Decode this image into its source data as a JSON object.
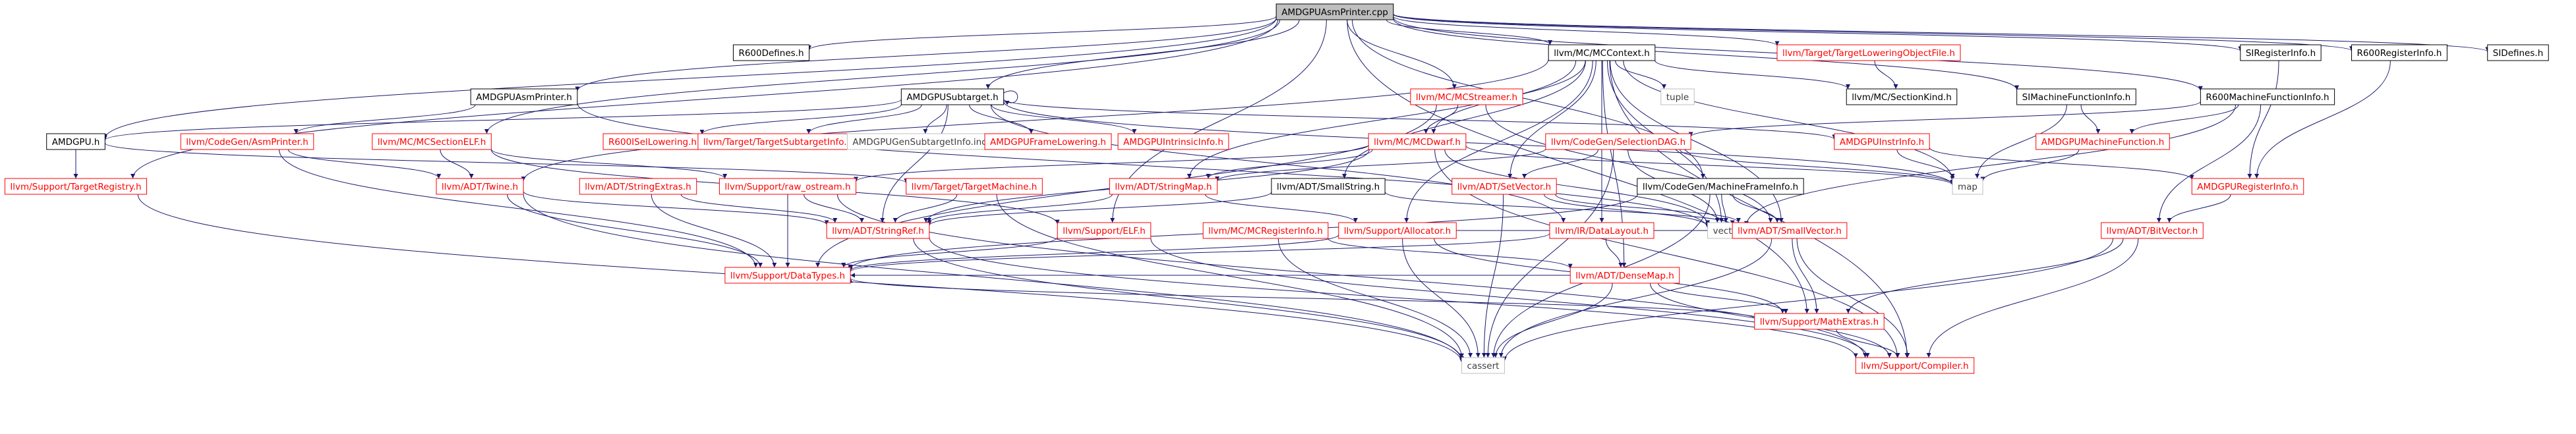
{
  "colors": {
    "root_fill": "#bfbfbf",
    "node_fill": "#ffffff",
    "node_stroke_local": "#000000",
    "node_stroke_external": "#ff0000",
    "node_stroke_none": "#bfbfbf",
    "text_local": "#000000",
    "text_external": "#ff0000",
    "text_none": "#404040",
    "edge": "#191970"
  },
  "nodes": [
    {
      "id": "root",
      "label": "AMDGPUAsmPrinter.cpp",
      "kind": "root"
    },
    {
      "id": "r600defines",
      "label": "R600Defines.h",
      "kind": "local"
    },
    {
      "id": "mccontext",
      "label": "llvm/MC/MCContext.h",
      "kind": "local"
    },
    {
      "id": "tlof",
      "label": "llvm/Target/TargetLoweringObjectFile.h",
      "kind": "external"
    },
    {
      "id": "siregisterinfo",
      "label": "SIRegisterInfo.h",
      "kind": "local"
    },
    {
      "id": "r600registerinfo",
      "label": "R600RegisterInfo.h",
      "kind": "local"
    },
    {
      "id": "sidefines",
      "label": "SIDefines.h",
      "kind": "local"
    },
    {
      "id": "amdgpuasmprinter_h",
      "label": "AMDGPUAsmPrinter.h",
      "kind": "local"
    },
    {
      "id": "amdgpusubtarget",
      "label": "AMDGPUSubtarget.h",
      "kind": "local"
    },
    {
      "id": "mcstreamer",
      "label": "llvm/MC/MCStreamer.h",
      "kind": "external"
    },
    {
      "id": "tuple",
      "label": "tuple",
      "kind": "none"
    },
    {
      "id": "mcsectionkind",
      "label": "llvm/MC/SectionKind.h",
      "kind": "local"
    },
    {
      "id": "simfi",
      "label": "SIMachineFunctionInfo.h",
      "kind": "local"
    },
    {
      "id": "r600mfi",
      "label": "R600MachineFunctionInfo.h",
      "kind": "local"
    },
    {
      "id": "amdgpu_h",
      "label": "AMDGPU.h",
      "kind": "local"
    },
    {
      "id": "codegenasmprinter",
      "label": "llvm/CodeGen/AsmPrinter.h",
      "kind": "external"
    },
    {
      "id": "mcsectionelf",
      "label": "llvm/MC/MCSectionELF.h",
      "kind": "external"
    },
    {
      "id": "r600isel",
      "label": "R600ISelLowering.h",
      "kind": "external"
    },
    {
      "id": "targetsubtargetinfo",
      "label": "llvm/Target/TargetSubtargetInfo.h",
      "kind": "external"
    },
    {
      "id": "amdgpugensubtargetinfo",
      "label": "AMDGPUGenSubtargetInfo.inc",
      "kind": "none"
    },
    {
      "id": "amdgpuframelowering",
      "label": "AMDGPUFrameLowering.h",
      "kind": "external"
    },
    {
      "id": "amdgpuintrinsicinfo",
      "label": "AMDGPUIntrinsicInfo.h",
      "kind": "external"
    },
    {
      "id": "mcdwarf",
      "label": "llvm/MC/MCDwarf.h",
      "kind": "external"
    },
    {
      "id": "selectiondag",
      "label": "llvm/CodeGen/SelectionDAG.h",
      "kind": "external"
    },
    {
      "id": "amdgpuinstrinfo",
      "label": "AMDGPUInstrInfo.h",
      "kind": "external"
    },
    {
      "id": "amdgpumfi",
      "label": "AMDGPUMachineFunction.h",
      "kind": "external"
    },
    {
      "id": "map",
      "label": "map",
      "kind": "none"
    },
    {
      "id": "targetregistry",
      "label": "llvm/Support/TargetRegistry.h",
      "kind": "external"
    },
    {
      "id": "twine",
      "label": "llvm/ADT/Twine.h",
      "kind": "external"
    },
    {
      "id": "stringextras",
      "label": "llvm/ADT/StringExtras.h",
      "kind": "external"
    },
    {
      "id": "rawostream",
      "label": "llvm/Support/raw_ostream.h",
      "kind": "external"
    },
    {
      "id": "targetmachine",
      "label": "llvm/Target/TargetMachine.h",
      "kind": "external"
    },
    {
      "id": "stringmap",
      "label": "llvm/ADT/StringMap.h",
      "kind": "external"
    },
    {
      "id": "smallstring",
      "label": "llvm/ADT/SmallString.h",
      "kind": "local"
    },
    {
      "id": "setvector",
      "label": "llvm/ADT/SetVector.h",
      "kind": "external"
    },
    {
      "id": "mfi",
      "label": "llvm/CodeGen/MachineFrameInfo.h",
      "kind": "local"
    },
    {
      "id": "amdgpuregisterinfo",
      "label": "AMDGPURegisterInfo.h",
      "kind": "external"
    },
    {
      "id": "vector",
      "label": "vector",
      "kind": "none"
    },
    {
      "id": "stringref",
      "label": "llvm/ADT/StringRef.h",
      "kind": "external"
    },
    {
      "id": "mcregisterinfo",
      "label": "llvm/MC/MCRegisterInfo.h",
      "kind": "external"
    },
    {
      "id": "supportelf",
      "label": "llvm/Support/ELF.h",
      "kind": "external"
    },
    {
      "id": "allocator",
      "label": "llvm/Support/Allocator.h",
      "kind": "external"
    },
    {
      "id": "datalayout",
      "label": "llvm/IR/DataLayout.h",
      "kind": "external"
    },
    {
      "id": "smallvector",
      "label": "llvm/ADT/SmallVector.h",
      "kind": "external"
    },
    {
      "id": "bitvector",
      "label": "llvm/ADT/BitVector.h",
      "kind": "external"
    },
    {
      "id": "datatypes",
      "label": "llvm/Support/DataTypes.h",
      "kind": "external"
    },
    {
      "id": "densemap",
      "label": "llvm/ADT/DenseMap.h",
      "kind": "external"
    },
    {
      "id": "mathextras",
      "label": "llvm/Support/MathExtras.h",
      "kind": "external"
    },
    {
      "id": "cassert",
      "label": "cassert",
      "kind": "none"
    },
    {
      "id": "compiler",
      "label": "llvm/Support/Compiler.h",
      "kind": "external"
    }
  ],
  "edges": [
    [
      "root",
      "r600defines"
    ],
    [
      "root",
      "mccontext"
    ],
    [
      "root",
      "tlof"
    ],
    [
      "root",
      "siregisterinfo"
    ],
    [
      "root",
      "r600registerinfo"
    ],
    [
      "root",
      "sidefines"
    ],
    [
      "root",
      "amdgpuasmprinter_h"
    ],
    [
      "root",
      "amdgpusubtarget"
    ],
    [
      "root",
      "mcstreamer"
    ],
    [
      "root",
      "amdgpu_h"
    ],
    [
      "root",
      "targetregistry"
    ],
    [
      "root",
      "mcsectionelf"
    ],
    [
      "root",
      "simfi"
    ],
    [
      "root",
      "r600mfi"
    ],
    [
      "root",
      "mfi"
    ],
    [
      "root",
      "supportelf"
    ],
    [
      "root",
      "mathextras"
    ],
    [
      "mccontext",
      "mcsectionkind"
    ],
    [
      "mccontext",
      "tuple"
    ],
    [
      "mccontext",
      "vector"
    ],
    [
      "mccontext",
      "map"
    ],
    [
      "mccontext",
      "mcdwarf"
    ],
    [
      "mccontext",
      "setvector"
    ],
    [
      "mccontext",
      "stringmap"
    ],
    [
      "mccontext",
      "smallstring"
    ],
    [
      "mccontext",
      "twine"
    ],
    [
      "mccontext",
      "allocator"
    ],
    [
      "mccontext",
      "compiler"
    ],
    [
      "mccontext",
      "datalayout"
    ],
    [
      "mccontext",
      "smallvector"
    ],
    [
      "mccontext",
      "densemap"
    ],
    [
      "tlof",
      "mcsectionkind"
    ],
    [
      "siregisterinfo",
      "amdgpuregisterinfo"
    ],
    [
      "r600registerinfo",
      "amdgpuregisterinfo"
    ],
    [
      "amdgpuasmprinter_h",
      "codegenasmprinter"
    ],
    [
      "amdgpuasmprinter_h",
      "vector"
    ],
    [
      "amdgpusubtarget",
      "amdgpusubtarget"
    ],
    [
      "amdgpusubtarget",
      "amdgpu_h"
    ],
    [
      "amdgpusubtarget",
      "r600isel"
    ],
    [
      "amdgpusubtarget",
      "targetsubtargetinfo"
    ],
    [
      "amdgpusubtarget",
      "amdgpugensubtargetinfo"
    ],
    [
      "amdgpusubtarget",
      "amdgpuframelowering"
    ],
    [
      "amdgpusubtarget",
      "amdgpuintrinsicinfo"
    ],
    [
      "amdgpusubtarget",
      "amdgpuinstrinfo"
    ],
    [
      "amdgpusubtarget",
      "stringref"
    ],
    [
      "amdgpusubtarget",
      "datalayout"
    ],
    [
      "amdgpusubtarget",
      "map"
    ],
    [
      "mcstreamer",
      "mcdwarf"
    ],
    [
      "mcstreamer",
      "smallvector"
    ],
    [
      "mcstreamer",
      "datatypes"
    ],
    [
      "mcdwarf",
      "stringmap"
    ],
    [
      "mcdwarf",
      "rawostream"
    ],
    [
      "mcdwarf",
      "vector"
    ],
    [
      "mcdwarf",
      "compiler"
    ],
    [
      "mcdwarf",
      "stringref"
    ],
    [
      "mcdwarf",
      "map"
    ],
    [
      "amdgpu_h",
      "targetmachine"
    ],
    [
      "amdgpu_h",
      "targetregistry"
    ],
    [
      "codegenasmprinter",
      "datatypes"
    ],
    [
      "codegenasmprinter",
      "twine"
    ],
    [
      "mcsectionelf",
      "twine"
    ],
    [
      "mcsectionelf",
      "supportelf"
    ],
    [
      "mcsectionelf",
      "rawostream"
    ],
    [
      "selectiondag",
      "setvector"
    ],
    [
      "selectiondag",
      "stringmap"
    ],
    [
      "selectiondag",
      "cassert"
    ],
    [
      "selectiondag",
      "vector"
    ],
    [
      "selectiondag",
      "map"
    ],
    [
      "amdgpuinstrinfo",
      "amdgpuregisterinfo"
    ],
    [
      "amdgpuinstrinfo",
      "map"
    ],
    [
      "simfi",
      "amdgpumfi"
    ],
    [
      "simfi",
      "map"
    ],
    [
      "r600mfi",
      "amdgpumfi"
    ],
    [
      "r600mfi",
      "selectiondag"
    ],
    [
      "r600mfi",
      "bitvector"
    ],
    [
      "r600mfi",
      "vector"
    ],
    [
      "amdgpumfi",
      "map"
    ],
    [
      "amdgpuregisterinfo",
      "bitvector"
    ],
    [
      "targetregistry",
      "cassert"
    ],
    [
      "twine",
      "stringref"
    ],
    [
      "twine",
      "datatypes"
    ],
    [
      "twine",
      "cassert"
    ],
    [
      "stringextras",
      "stringref"
    ],
    [
      "stringextras",
      "datatypes"
    ],
    [
      "rawostream",
      "stringref"
    ],
    [
      "rawostream",
      "datatypes"
    ],
    [
      "rawostream",
      "compiler"
    ],
    [
      "targetmachine",
      "stringref"
    ],
    [
      "targetmachine",
      "cassert"
    ],
    [
      "stringmap",
      "stringref"
    ],
    [
      "stringmap",
      "allocator"
    ],
    [
      "smallstring",
      "stringref"
    ],
    [
      "smallstring",
      "smallvector"
    ],
    [
      "setvector",
      "cassert"
    ],
    [
      "setvector",
      "smallvector"
    ],
    [
      "setvector",
      "vector"
    ],
    [
      "mfi",
      "smallvector"
    ],
    [
      "mfi",
      "datatypes"
    ],
    [
      "mfi",
      "cassert"
    ],
    [
      "mfi",
      "vector"
    ],
    [
      "stringref",
      "cassert"
    ],
    [
      "stringref",
      "compiler"
    ],
    [
      "mcregisterinfo",
      "cassert"
    ],
    [
      "mcregisterinfo",
      "densemap"
    ],
    [
      "supportelf",
      "datatypes"
    ],
    [
      "supportelf",
      "compiler"
    ],
    [
      "allocator",
      "smallvector"
    ],
    [
      "allocator",
      "mathextras"
    ],
    [
      "allocator",
      "datatypes"
    ],
    [
      "allocator",
      "cassert"
    ],
    [
      "datalayout",
      "densemap"
    ],
    [
      "datalayout",
      "smallvector"
    ],
    [
      "datalayout",
      "datatypes"
    ],
    [
      "smallvector",
      "mathextras"
    ],
    [
      "smallvector",
      "compiler"
    ],
    [
      "smallvector",
      "cassert"
    ],
    [
      "bitvector",
      "mathextras"
    ],
    [
      "bitvector",
      "compiler"
    ],
    [
      "bitvector",
      "cassert"
    ],
    [
      "densemap",
      "mathextras"
    ],
    [
      "densemap",
      "compiler"
    ],
    [
      "densemap",
      "cassert"
    ],
    [
      "densemap",
      "datatypes"
    ],
    [
      "mathextras",
      "compiler"
    ],
    [
      "mathextras",
      "datatypes"
    ]
  ]
}
